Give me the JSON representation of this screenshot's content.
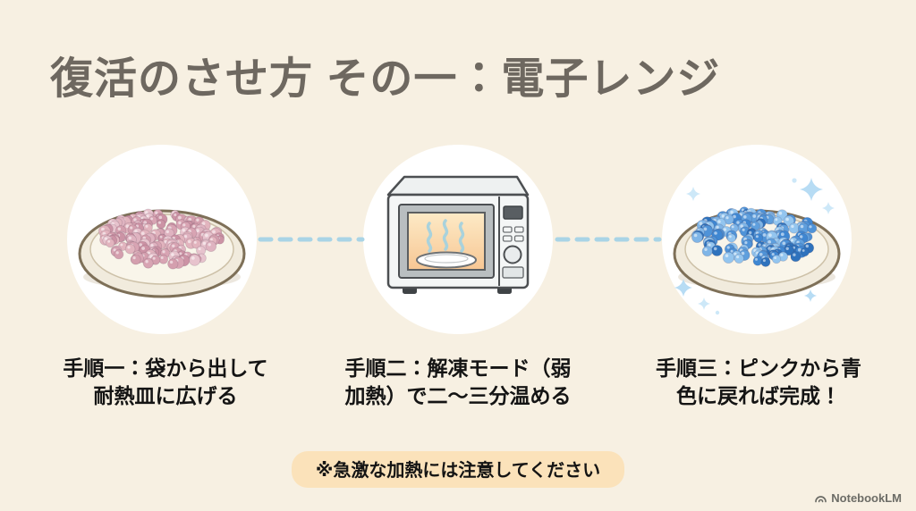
{
  "page": {
    "background_color": "#f7f0e2",
    "title_color": "#6e6860",
    "text_color": "#141414"
  },
  "title": "復活のさせ方 その一：電子レンジ",
  "steps": [
    {
      "illustration": "plate-with-pink-silica-beads",
      "lines": [
        "手順一：袋から出して",
        "耐熱皿に広げる"
      ]
    },
    {
      "illustration": "microwave-oven",
      "lines": [
        "手順二：解凍モード（弱",
        "加熱）で二〜三分温める"
      ]
    },
    {
      "illustration": "plate-with-blue-silica-beads",
      "lines": [
        "手順三：ピンクから青",
        "色に戻れば完成！"
      ]
    }
  ],
  "note": {
    "text": "※急激な加熱には注意してください",
    "background_color": "#fbe2ba"
  },
  "footer": {
    "brand": "NotebookLM"
  },
  "illustrations": {
    "connector_color": "#a9d4e6",
    "sparkle_color": "#b7dcf4",
    "sparkle_color_light": "#cde8f8",
    "plate_fill": "#f1ebdd",
    "plate_rim_color": "#7e7058",
    "pink_bead_colors": [
      "#dfb3c0",
      "#d8a4b3",
      "#e7c3cd",
      "#cc93a5",
      "#e2b4be",
      "#d49fae"
    ],
    "blue_bead_colors": [
      "#3f87d2",
      "#5f9fdd",
      "#7fb5e7",
      "#2e72bd",
      "#93c5ef",
      "#4f93d8"
    ],
    "microwave_body_color": "#f4f6f6",
    "microwave_window_top": "#fdeac6",
    "microwave_window_bottom": "#f7c794",
    "steam_color": "#a9d2dc"
  }
}
